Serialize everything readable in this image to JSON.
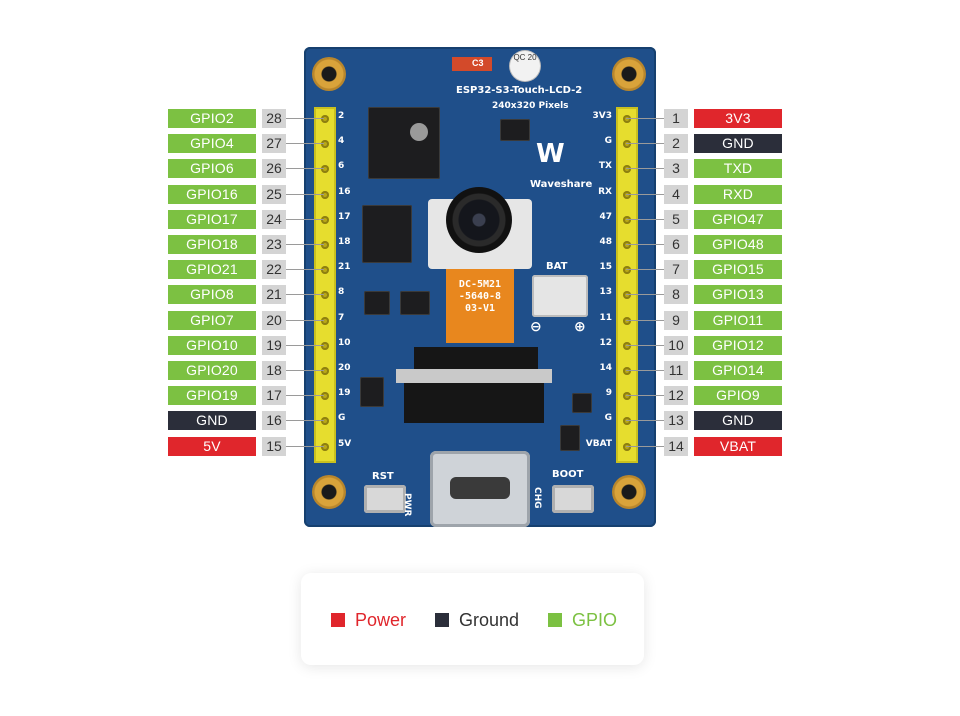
{
  "colors": {
    "gpio": "#7cc142",
    "ground": "#2b2e3a",
    "power": "#e0262c"
  },
  "board": {
    "title": "ESP32-S3-Touch-LCD-2",
    "resolution": "240x320 Pixels",
    "brand": "Waveshare",
    "qc_sticker": "QC 20",
    "cap_label": "C3",
    "battery_label": "BAT",
    "camera_flex_label": [
      "DC-5M21",
      "-5640-8",
      "03-V1"
    ],
    "buttons": {
      "rst": "RST",
      "boot": "BOOT"
    },
    "leds": {
      "pwr": "PWR",
      "chg": "CHG"
    },
    "left_silk": [
      "2",
      "4",
      "6",
      "16",
      "17",
      "18",
      "21",
      "8",
      "7",
      "10",
      "20",
      "19",
      "G",
      "5V"
    ],
    "right_silk": [
      "3V3",
      "G",
      "TX",
      "RX",
      "47",
      "48",
      "15",
      "13",
      "11",
      "12",
      "14",
      "9",
      "G",
      "VBAT"
    ]
  },
  "left_pins": [
    {
      "name": "GPIO2",
      "num": "28",
      "type": "gpio"
    },
    {
      "name": "GPIO4",
      "num": "27",
      "type": "gpio"
    },
    {
      "name": "GPIO6",
      "num": "26",
      "type": "gpio"
    },
    {
      "name": "GPIO16",
      "num": "25",
      "type": "gpio"
    },
    {
      "name": "GPIO17",
      "num": "24",
      "type": "gpio"
    },
    {
      "name": "GPIO18",
      "num": "23",
      "type": "gpio"
    },
    {
      "name": "GPIO21",
      "num": "22",
      "type": "gpio"
    },
    {
      "name": "GPIO8",
      "num": "21",
      "type": "gpio"
    },
    {
      "name": "GPIO7",
      "num": "20",
      "type": "gpio"
    },
    {
      "name": "GPIO10",
      "num": "19",
      "type": "gpio"
    },
    {
      "name": "GPIO20",
      "num": "18",
      "type": "gpio"
    },
    {
      "name": "GPIO19",
      "num": "17",
      "type": "gpio"
    },
    {
      "name": "GND",
      "num": "16",
      "type": "ground"
    },
    {
      "name": "5V",
      "num": "15",
      "type": "power"
    }
  ],
  "right_pins": [
    {
      "name": "3V3",
      "num": "1",
      "type": "power"
    },
    {
      "name": "GND",
      "num": "2",
      "type": "ground"
    },
    {
      "name": "TXD",
      "num": "3",
      "type": "gpio"
    },
    {
      "name": "RXD",
      "num": "4",
      "type": "gpio"
    },
    {
      "name": "GPIO47",
      "num": "5",
      "type": "gpio"
    },
    {
      "name": "GPIO48",
      "num": "6",
      "type": "gpio"
    },
    {
      "name": "GPIO15",
      "num": "7",
      "type": "gpio"
    },
    {
      "name": "GPIO13",
      "num": "8",
      "type": "gpio"
    },
    {
      "name": "GPIO11",
      "num": "9",
      "type": "gpio"
    },
    {
      "name": "GPIO12",
      "num": "10",
      "type": "gpio"
    },
    {
      "name": "GPIO14",
      "num": "11",
      "type": "gpio"
    },
    {
      "name": "GPIO9",
      "num": "12",
      "type": "gpio"
    },
    {
      "name": "GND",
      "num": "13",
      "type": "ground"
    },
    {
      "name": "VBAT",
      "num": "14",
      "type": "power"
    }
  ],
  "legend": [
    {
      "label": "Power",
      "type": "power"
    },
    {
      "label": "Ground",
      "type": "ground"
    },
    {
      "label": "GPIO",
      "type": "gpio"
    }
  ]
}
